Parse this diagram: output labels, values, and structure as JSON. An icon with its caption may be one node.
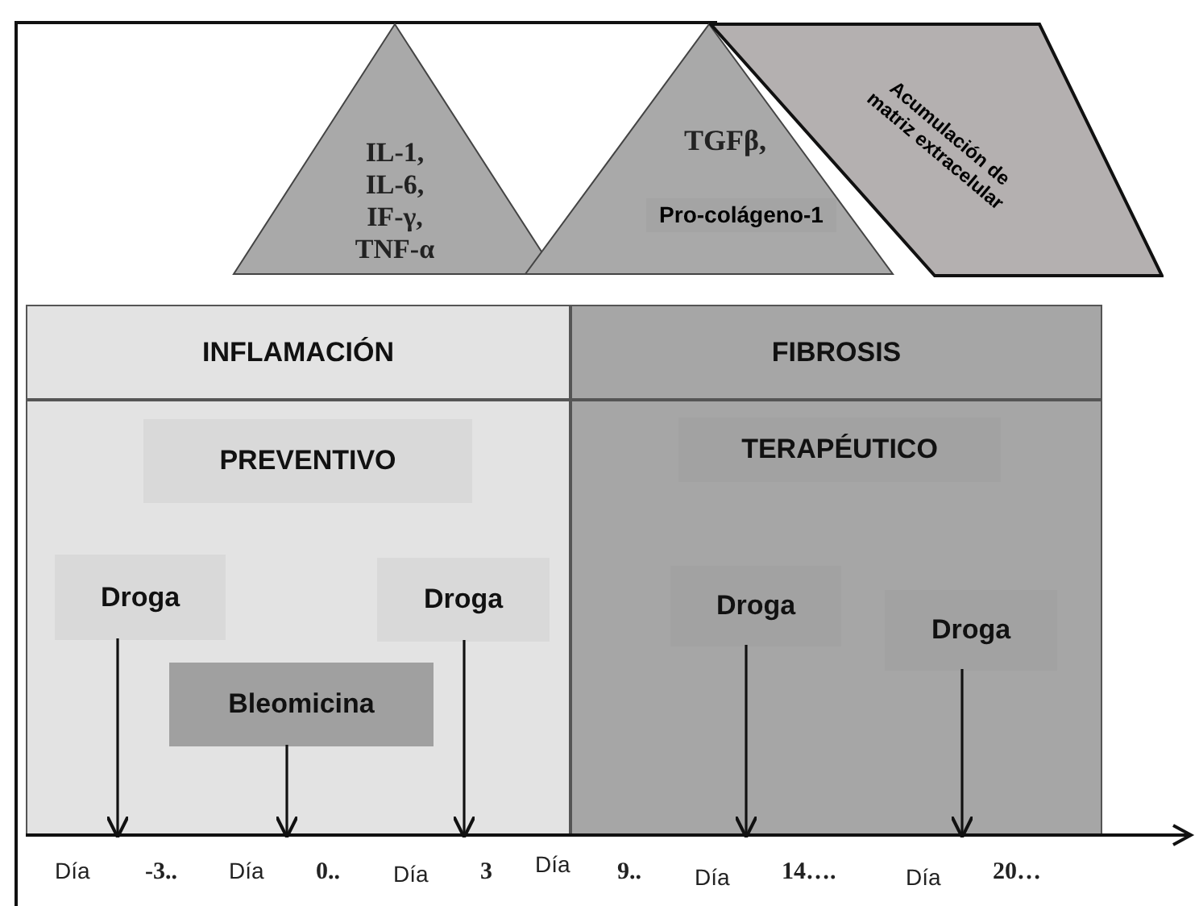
{
  "diagram": {
    "nodes": [
      {
        "text": [
          "IL-1, IL-6, IF-γ, TNF-α"
        ]
      },
      {
        "text": [
          "TGFβ,",
          "Pro-colágeno-1"
        ]
      },
      {
        "text": [
          "Acumulación de matriz extracelular"
        ]
      },
      {
        "text": [
          "INFLAMACIÓN"
        ]
      },
      {
        "text": [
          "FIBROSIS"
        ]
      },
      {
        "text": [],
        "shape": "box"
      },
      {
        "text": [
          "PREVENTIVO"
        ],
        "in": 5
      },
      {
        "text": [
          "Droga"
        ],
        "in": 5
      },
      {
        "text": [
          "Bleomicina"
        ],
        "in": 5
      },
      {
        "text": [
          "Droga"
        ],
        "in": 5
      },
      {
        "text": [],
        "shape": "box"
      },
      {
        "text": [
          "TERAPÉUTICO"
        ],
        "in": 10
      },
      {
        "text": [
          "Droga"
        ],
        "in": 10
      },
      {
        "text": [
          "Droga"
        ],
        "in": 10
      }
    ],
    "edges": [
      {
        "from": 7,
        "to": null,
        "arrow": "to"
      },
      {
        "from": 8,
        "to": null,
        "arrow": "to"
      },
      {
        "from": 9,
        "to": null,
        "arrow": "to"
      },
      {
        "from": 12,
        "to": null,
        "arrow": "to"
      },
      {
        "from": 13,
        "to": null,
        "arrow": "to"
      }
    ],
    "labels": [
      "Día",
      "-3..",
      "Día",
      "0..",
      "Día",
      "3",
      "Día",
      "9..",
      "Día",
      "14….",
      "Día",
      "20…"
    ]
  }
}
